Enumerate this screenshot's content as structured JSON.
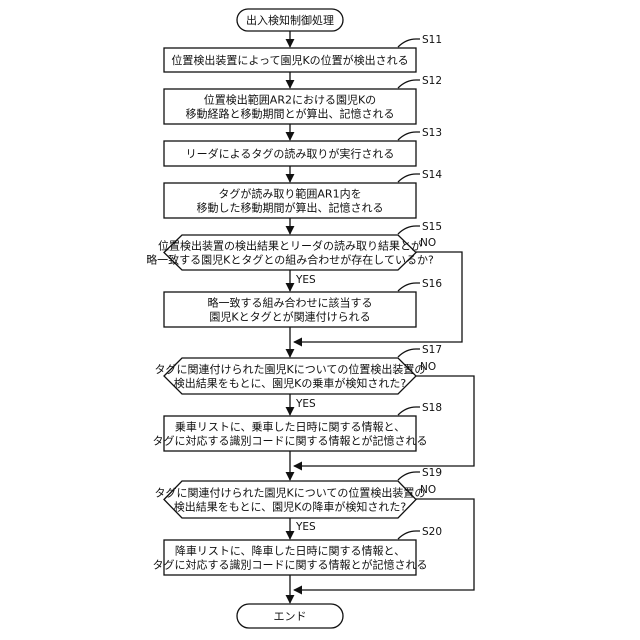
{
  "flowchart": {
    "start": "出入検知制御処理",
    "end": "エンド",
    "yes_label": "YES",
    "no_label": "NO",
    "steps": [
      {
        "id": "S11",
        "type": "process",
        "lines": [
          "位置検出装置によって園児Kの位置が検出される"
        ]
      },
      {
        "id": "S12",
        "type": "process",
        "lines": [
          "位置検出範囲AR2における園児Kの",
          "移動経路と移動期間とが算出、記憶される"
        ]
      },
      {
        "id": "S13",
        "type": "process",
        "lines": [
          "リーダによるタグの読み取りが実行される"
        ]
      },
      {
        "id": "S14",
        "type": "process",
        "lines": [
          "タグが読み取り範囲AR1内を",
          "移動した移動期間が算出、記憶される"
        ]
      },
      {
        "id": "S15",
        "type": "decision",
        "lines": [
          "位置検出装置の検出結果とリーダの読み取り結果とが",
          "略一致する園児Kとタグとの組み合わせが存在しているか?"
        ]
      },
      {
        "id": "S16",
        "type": "process",
        "lines": [
          "略一致する組み合わせに該当する",
          "園児Kとタグとが関連付けられる"
        ]
      },
      {
        "id": "S17",
        "type": "decision",
        "lines": [
          "タグに関連付けられた園児Kについての位置検出装置の",
          "検出結果をもとに、園児Kの乗車が検知された?"
        ]
      },
      {
        "id": "S18",
        "type": "process",
        "lines": [
          "乗車リストに、乗車した日時に関する情報と、",
          "タグに対応する識別コードに関する情報とが記憶される"
        ]
      },
      {
        "id": "S19",
        "type": "decision",
        "lines": [
          "タグに関連付けられた園児Kについての位置検出装置の",
          "検出結果をもとに、園児Kの降車が検知された?"
        ]
      },
      {
        "id": "S20",
        "type": "process",
        "lines": [
          "降車リストに、降車した日時に関する情報と、",
          "タグに対応する識別コードに関する情報とが記憶される"
        ]
      }
    ]
  }
}
